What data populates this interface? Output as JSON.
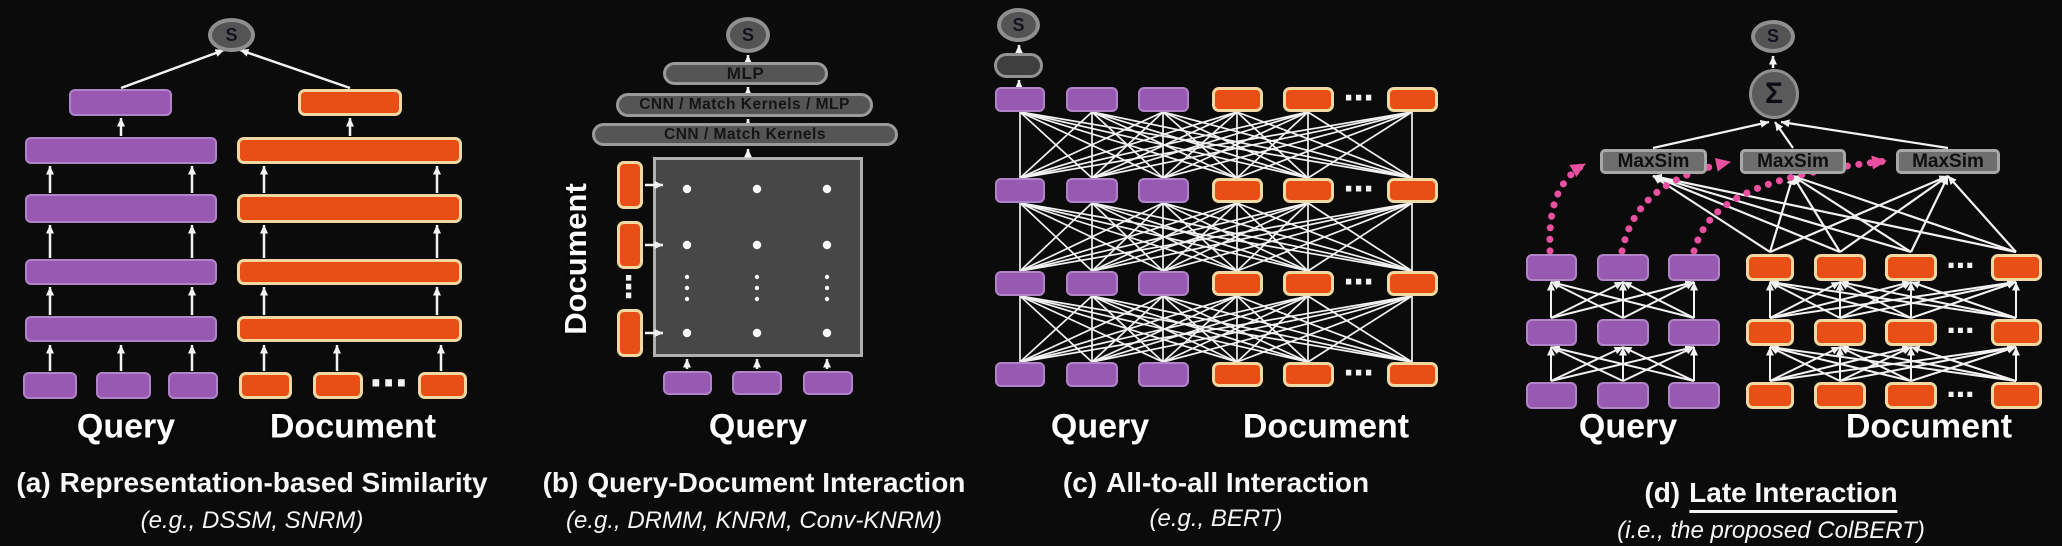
{
  "figure": {
    "colors": {
      "background": "#0b0b0b",
      "query_purple": "#9859b2",
      "purple_border": "#b183c9",
      "document_orange": "#e94e17",
      "orange_border": "#f0d8a0",
      "node_gray": "#565656",
      "pink_arrow": "#e9509f",
      "connector_white": "#f2f2f2"
    },
    "glyphs": {
      "h_ellipsis": "⋯",
      "v_ellipsis": "⋮"
    },
    "panels": [
      {
        "id": "a",
        "score_label": "S",
        "query_label": "Query",
        "document_label": "Document",
        "caption_prefix": "(a)",
        "caption_text": "Representation-based Similarity",
        "subcaption": "(e.g., DSSM, SNRM)"
      },
      {
        "id": "b",
        "score_label": "S",
        "query_label": "Query",
        "document_label": "Document",
        "pills": [
          "MLP",
          "CNN  /  Match Kernels / MLP",
          "CNN  /  Match Kernels"
        ],
        "caption_prefix": "(b)",
        "caption_text": "Query-Document Interaction",
        "subcaption": "(e.g., DRMM, KNRM, Conv-KNRM)"
      },
      {
        "id": "c",
        "score_label": "S",
        "query_label": "Query",
        "document_label": "Document",
        "caption_prefix": "(c)",
        "caption_text": "All-to-all Interaction",
        "subcaption": "(e.g., BERT)"
      },
      {
        "id": "d",
        "score_label": "S",
        "sum_label": "Σ",
        "maxsim_labels": [
          "MaxSim",
          "MaxSim",
          "MaxSim"
        ],
        "query_label": "Query",
        "document_label": "Document",
        "caption_prefix": "(d)",
        "caption_text": "Late Interaction",
        "subcaption": "(i.e., the proposed ColBERT)"
      }
    ]
  }
}
